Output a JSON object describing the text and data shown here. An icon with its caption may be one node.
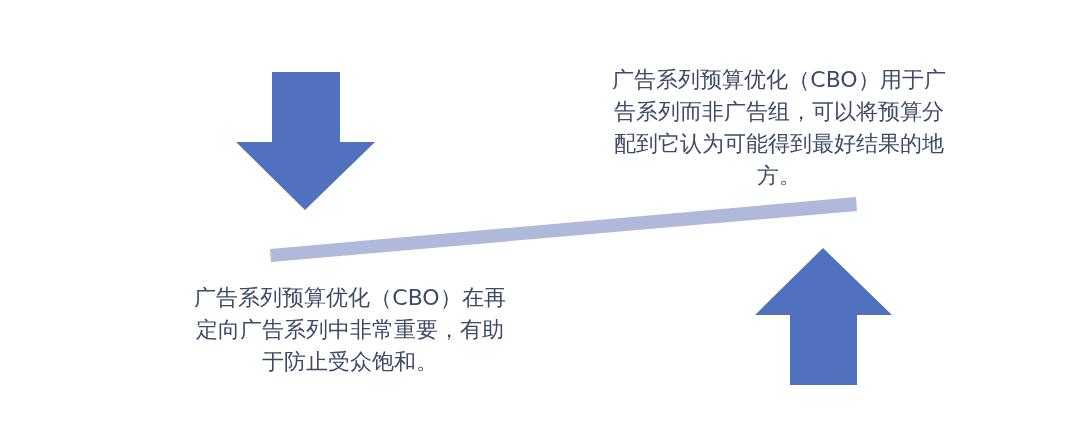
{
  "diagram": {
    "nodes": [
      {
        "text": [],
        "shape": "bar"
      }
    ],
    "labels": [
      "广告系列预算优化（CBO）用于广告系列而非广告组，可以将预算分配到它认为可能得到最好结果的地方。",
      "广告系列预算优化（CBO）在再定向广告系列中非常重要，有助于防止受众饱和。"
    ]
  }
}
